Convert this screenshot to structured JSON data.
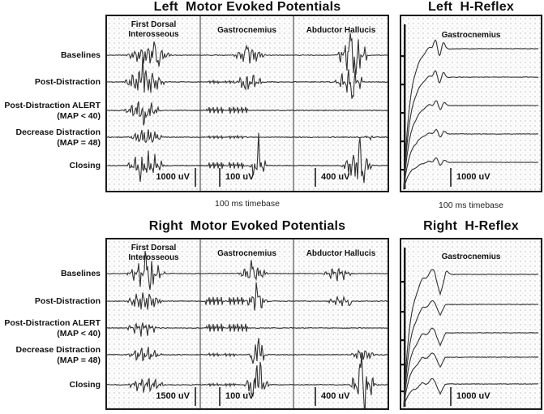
{
  "figure": {
    "sections": {
      "left_mep": {
        "title": "Left  Motor Evoked Potentials",
        "columns": [
          "First Dorsal\nInterosseous",
          "Gastrocnemius",
          "Abductor Hallucis"
        ],
        "scales": [
          "1000 uV",
          "100 uV",
          "400 uV"
        ],
        "timebase": "100 ms timebase"
      },
      "left_h": {
        "title": "Left  H-Reflex",
        "column": "Gastrocnemius",
        "scale": "1000 uV",
        "timebase": "100 ms timebase"
      },
      "right_mep": {
        "title": "Right  Motor Evoked Potentials",
        "columns": [
          "First Dorsal\nInterosseous",
          "Gastrocnemius",
          "Abductor Hallucis"
        ],
        "scales": [
          "1500 uV",
          "100 uV",
          "400 uV"
        ]
      },
      "right_h": {
        "title": "Right  H-Reflex",
        "column": "Gastrocnemius",
        "scale": "1000 uV"
      }
    },
    "row_labels": [
      {
        "label": "Baselines",
        "sublabel": ""
      },
      {
        "label": "Post-Distraction",
        "sublabel": ""
      },
      {
        "label": "Post-Distraction ALERT",
        "sublabel": "(MAP < 40)"
      },
      {
        "label": "Decrease Distraction",
        "sublabel": "(MAP = 48)"
      },
      {
        "label": "Closing",
        "sublabel": ""
      }
    ]
  },
  "colors": {
    "trace": "#333333",
    "artifact": "#161616",
    "divider": "#969696",
    "panel_border": "#1c1c1c",
    "scalebar": "#4a4a4a"
  },
  "chart_data": {
    "type": "line",
    "title": "Intraoperative neuromonitoring traces: motor evoked potentials (left/right) and H-reflex (left/right)",
    "x_axis": {
      "label": "time",
      "timebase": "100 ms timebase"
    },
    "conditions": [
      "Baselines",
      "Post-Distraction",
      "Post-Distraction ALERT (MAP < 40)",
      "Decrease Distraction (MAP = 48)",
      "Closing"
    ],
    "muscles": [
      "First Dorsal Interosseous",
      "Gastrocnemius",
      "Abductor Hallucis"
    ],
    "amplitude_scales": {
      "left_mep": [
        "1000 uV",
        "100 uV",
        "400 uV"
      ],
      "right_mep": [
        "1500 uV",
        "100 uV",
        "400 uV"
      ],
      "left_h": "1000 uV",
      "right_h": "1000 uV"
    },
    "mep_panels": [
      {
        "id": "left_mep",
        "rows": [
          {
            "cells": [
              {
                "burst": {
                  "c": 0.45,
                  "w": 0.52,
                  "a": 13,
                  "spikes": [
                    [
                      0.5,
                      1.1
                    ],
                    [
                      0.55,
                      -0.9
                    ]
                  ]
                }
              },
              {
                "burst": {
                  "c": 0.52,
                  "w": 0.38,
                  "a": 11,
                  "spikes": [
                    [
                      0.5,
                      1.3
                    ]
                  ]
                }
              },
              {
                "burst": {
                  "c": 0.63,
                  "w": 0.4,
                  "a": 22,
                  "spikes": [
                    [
                      0.6,
                      1.2
                    ],
                    [
                      0.66,
                      -1.1
                    ]
                  ]
                }
              }
            ]
          },
          {
            "cells": [
              {
                "burst": {
                  "c": 0.4,
                  "w": 0.48,
                  "a": 18,
                  "spikes": [
                    [
                      0.38,
                      1.6
                    ]
                  ]
                }
              },
              {
                "train": {
                  "c": 0.24,
                  "w": 0.34,
                  "a": 1.5
                },
                "burst": {
                  "c": 0.52,
                  "w": 0.34,
                  "a": 11,
                  "spikes": [
                    [
                      0.48,
                      -0.9
                    ]
                  ]
                }
              },
              {
                "burst": {
                  "c": 0.6,
                  "w": 0.36,
                  "a": 16,
                  "spikes": [
                    [
                      0.62,
                      -1.3
                    ]
                  ]
                }
              }
            ]
          },
          {
            "cells": [
              {
                "burst": {
                  "c": 0.38,
                  "w": 0.42,
                  "a": 14,
                  "spikes": [
                    [
                      0.4,
                      -1.7
                    ]
                  ]
                }
              },
              {
                "train": {
                  "c": 0.28,
                  "w": 0.44,
                  "a": 4
                }
              },
              null
            ]
          },
          {
            "cells": [
              {
                "burst": {
                  "c": 0.42,
                  "w": 0.4,
                  "a": 11
                }
              },
              {
                "train": {
                  "c": 0.28,
                  "w": 0.4,
                  "a": 1.5
                }
              },
              {
                "burst": {
                  "c": 0.8,
                  "w": 0.1,
                  "a": 3
                }
              }
            ]
          },
          {
            "cells": [
              {
                "burst": {
                  "c": 0.42,
                  "w": 0.46,
                  "a": 16,
                  "spikes": [
                    [
                      0.36,
                      -1.2
                    ]
                  ]
                }
              },
              {
                "train": {
                  "c": 0.28,
                  "w": 0.4,
                  "a": 4
                },
                "burst": {
                  "c": 0.62,
                  "w": 0.22,
                  "a": 14,
                  "spikes": [
                    [
                      0.62,
                      1.9
                    ],
                    [
                      0.56,
                      -0.8
                    ]
                  ]
                }
              },
              {
                "burst": {
                  "c": 0.68,
                  "w": 0.36,
                  "a": 20,
                  "spikes": [
                    [
                      0.7,
                      1.4
                    ],
                    [
                      0.74,
                      -0.8
                    ]
                  ]
                }
              }
            ]
          }
        ]
      },
      {
        "id": "right_mep",
        "rows": [
          {
            "cells": [
              {
                "burst": {
                  "c": 0.42,
                  "w": 0.44,
                  "a": 18,
                  "spikes": [
                    [
                      0.42,
                      1.6
                    ],
                    [
                      0.46,
                      -1.1
                    ]
                  ]
                }
              },
              {
                "burst": {
                  "c": 0.56,
                  "w": 0.36,
                  "a": 11,
                  "spikes": [
                    [
                      0.55,
                      1.1
                    ]
                  ]
                }
              },
              {
                "burst": {
                  "c": 0.46,
                  "w": 0.34,
                  "a": 9
                }
              }
            ]
          },
          {
            "cells": [
              {
                "burst": {
                  "c": 0.4,
                  "w": 0.42,
                  "a": 13
                }
              },
              {
                "train": {
                  "c": 0.26,
                  "w": 0.42,
                  "a": 5
                },
                "burst": {
                  "c": 0.6,
                  "w": 0.26,
                  "a": 14,
                  "spikes": [
                    [
                      0.6,
                      1.5
                    ]
                  ]
                }
              },
              {
                "burst": {
                  "c": 0.5,
                  "w": 0.34,
                  "a": 6,
                  "spikes": [
                    [
                      0.6,
                      -1.2
                    ]
                  ]
                }
              }
            ]
          },
          {
            "cells": [
              {
                "burst": {
                  "c": 0.38,
                  "w": 0.4,
                  "a": 9
                }
              },
              {
                "train": {
                  "c": 0.28,
                  "w": 0.44,
                  "a": 5
                }
              },
              null
            ]
          },
          {
            "cells": [
              {
                "burst": {
                  "c": 0.4,
                  "w": 0.4,
                  "a": 10
                }
              },
              {
                "train": {
                  "c": 0.24,
                  "w": 0.3,
                  "a": 1.5
                },
                "burst": {
                  "c": 0.62,
                  "w": 0.22,
                  "a": 14,
                  "spikes": [
                    [
                      0.62,
                      1.7
                    ],
                    [
                      0.56,
                      -0.8
                    ]
                  ]
                }
              },
              {
                "burst": {
                  "c": 0.74,
                  "w": 0.3,
                  "a": 8
                }
              }
            ]
          },
          {
            "cells": [
              {
                "burst": {
                  "c": 0.42,
                  "w": 0.44,
                  "a": 10
                }
              },
              {
                "train": {
                  "c": 0.24,
                  "w": 0.3,
                  "a": 1.5
                },
                "burst": {
                  "c": 0.6,
                  "w": 0.3,
                  "a": 16,
                  "spikes": [
                    [
                      0.56,
                      -1.1
                    ],
                    [
                      0.6,
                      1.6
                    ],
                    [
                      0.64,
                      1.2
                    ]
                  ]
                }
              },
              {
                "burst": {
                  "c": 0.74,
                  "w": 0.32,
                  "a": 24,
                  "spikes": [
                    [
                      0.72,
                      1.8
                    ],
                    [
                      0.76,
                      -1.2
                    ]
                  ]
                }
              }
            ]
          }
        ]
      }
    ],
    "h_panels": [
      {
        "id": "left_h",
        "traces": [
          {
            "bumps": [
              {
                "c": 34,
                "a": 5,
                "w": 4
              },
              {
                "c": 42,
                "a": 12,
                "w": 3
              },
              {
                "c": 47,
                "a": -9,
                "w": 2.6
              },
              {
                "c": 52,
                "a": 8,
                "w": 2.8
              }
            ]
          },
          {
            "bumps": [
              {
                "c": 34,
                "a": 4,
                "w": 4
              },
              {
                "c": 42,
                "a": 9,
                "w": 3
              },
              {
                "c": 47,
                "a": -7,
                "w": 2.6
              },
              {
                "c": 52,
                "a": 6,
                "w": 2.8
              }
            ]
          },
          {
            "bumps": [
              {
                "c": 34,
                "a": 3,
                "w": 4
              },
              {
                "c": 43,
                "a": 7,
                "w": 3
              },
              {
                "c": 48,
                "a": -5,
                "w": 2.6
              },
              {
                "c": 53,
                "a": 4,
                "w": 2.8
              }
            ]
          },
          {
            "bumps": [
              {
                "c": 34,
                "a": 2.5,
                "w": 4
              },
              {
                "c": 43,
                "a": 6,
                "w": 3
              },
              {
                "c": 48,
                "a": -4,
                "w": 2.6
              },
              {
                "c": 53,
                "a": 3.5,
                "w": 2.8
              }
            ]
          },
          {
            "bumps": [
              {
                "c": 34,
                "a": 2,
                "w": 4
              },
              {
                "c": 43,
                "a": 6,
                "w": 3
              },
              {
                "c": 48,
                "a": -4,
                "w": 2.6
              },
              {
                "c": 53,
                "a": 3,
                "w": 2.8
              }
            ]
          }
        ]
      },
      {
        "id": "right_h",
        "traces": [
          {
            "bumps": [
              {
                "c": 26,
                "a": 4,
                "w": 3
              },
              {
                "c": 38,
                "a": 8,
                "w": 4.5
              },
              {
                "c": 56,
                "a": 4,
                "w": 3
              }
            ],
            "spike": {
              "c": 48,
              "a": 24,
              "w": 3.2
            }
          },
          {
            "bumps": [
              {
                "c": 26,
                "a": 3,
                "w": 3
              },
              {
                "c": 38,
                "a": 6,
                "w": 4
              }
            ],
            "spike": {
              "c": 48,
              "a": 13,
              "w": 2.8
            }
          },
          {
            "bumps": [
              {
                "c": 26,
                "a": 4,
                "w": 3
              },
              {
                "c": 38,
                "a": 7,
                "w": 4
              }
            ],
            "spike": {
              "c": 48,
              "a": 15,
              "w": 3
            }
          },
          {
            "bumps": [
              {
                "c": 26,
                "a": 3,
                "w": 3
              },
              {
                "c": 38,
                "a": 6,
                "w": 4
              }
            ],
            "spike": {
              "c": 48,
              "a": 12,
              "w": 2.8
            }
          },
          {
            "bumps": [
              {
                "c": 26,
                "a": 3,
                "w": 3
              },
              {
                "c": 38,
                "a": 7,
                "w": 4
              }
            ],
            "spike": {
              "c": 48,
              "a": 12,
              "w": 2.8
            }
          }
        ]
      }
    ]
  }
}
